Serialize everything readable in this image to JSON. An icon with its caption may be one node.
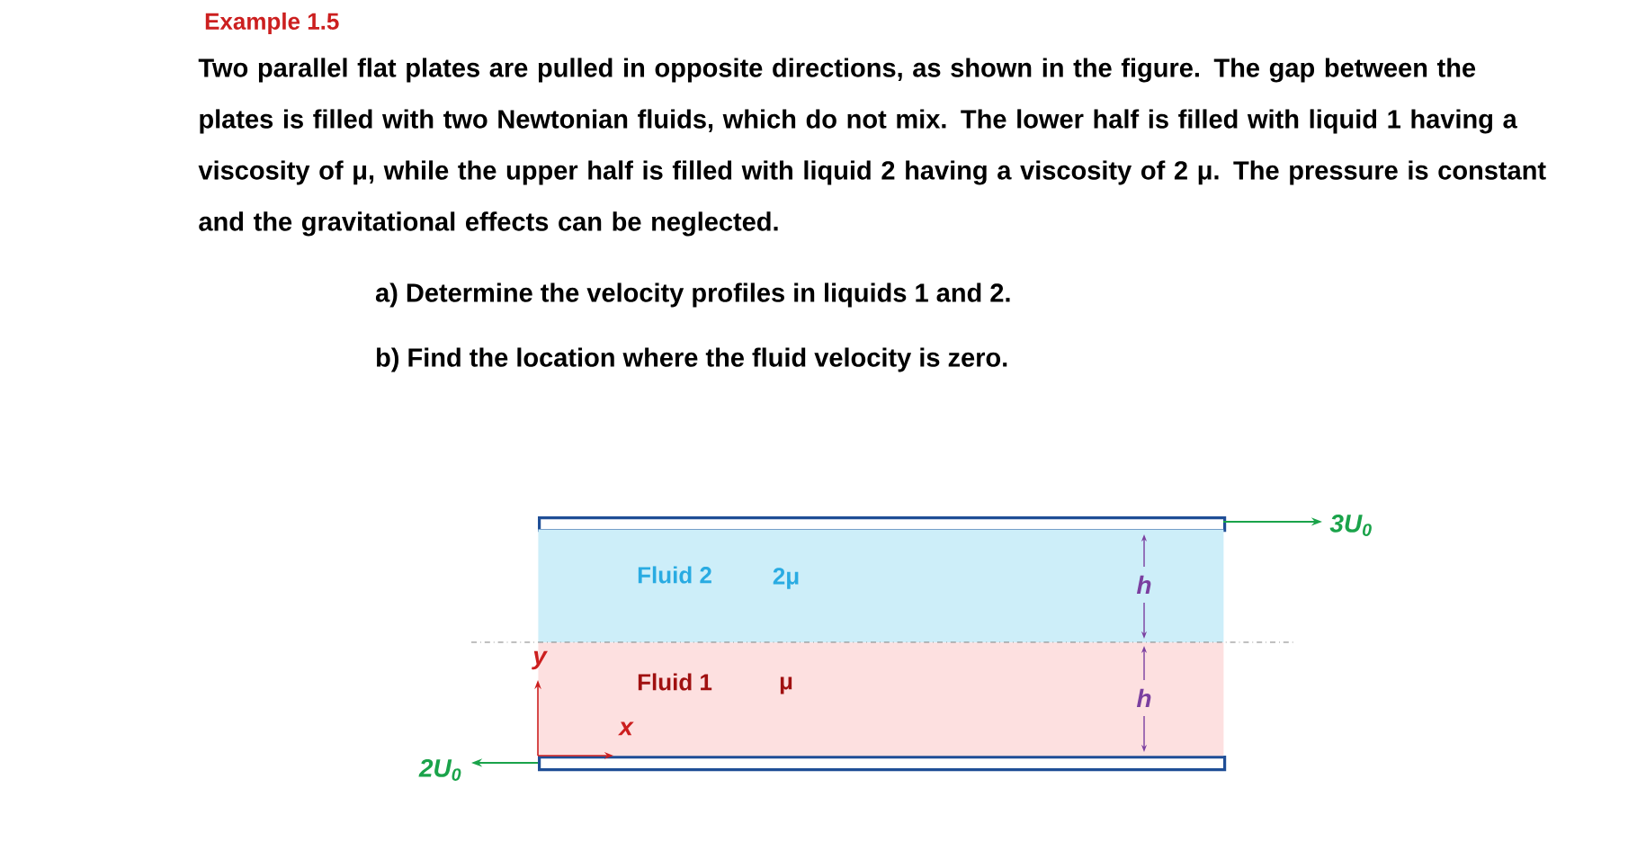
{
  "diagram": {
    "title": "Example 1.5",
    "nodes": [
      {
        "text": [],
        "shape": "bar"
      },
      {
        "text": [
          "Fluid 2",
          "2μ"
        ]
      },
      {
        "text": [
          "Fluid 1",
          "μ"
        ]
      },
      {
        "text": [],
        "shape": "bar"
      }
    ],
    "labels": [
      "Two parallel flat plates are pulled in opposite directions, as shown in the figure. The gap between the plates is filled with two Newtonian fluids, which do not mix. The lower half is filled with liquid 1 having a viscosity of μ, while the upper half is filled with liquid 2 having a viscosity of 2 μ. The pressure is constant and the gravitational effects can be neglected.",
      "a) Determine the velocity profiles in liquids 1 and 2.",
      "b) Find the location where the fluid velocity is zero.",
      "3U$_{0}$",
      "h",
      "h",
      "y",
      "x",
      "2U$_{0}$"
    ]
  }
}
